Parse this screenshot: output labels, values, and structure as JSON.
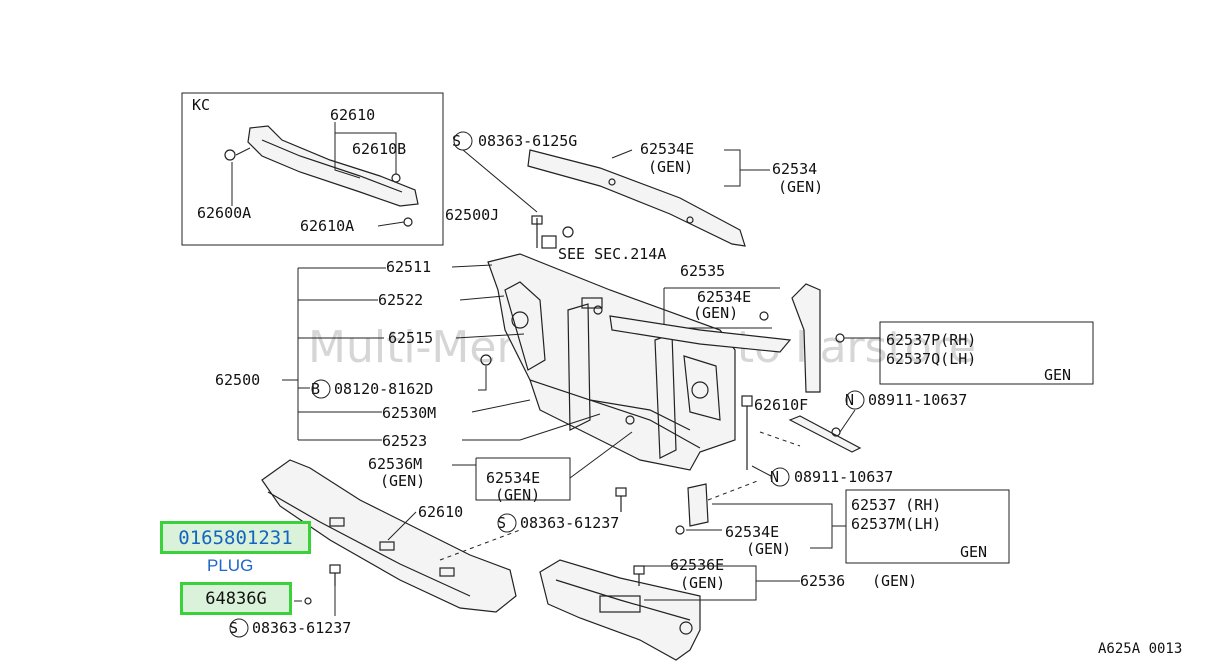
{
  "diagram": {
    "figure_code": "A625A 0013",
    "watermark": "Multi-Mercedant Auto Parstore",
    "inset": {
      "label": "KC",
      "parts": [
        "62610",
        "62610B",
        "62600A",
        "62610A"
      ]
    },
    "labels": {
      "s_08363_61256": "08363-6125G",
      "p62534E_top": "62534E",
      "gen_top": "(GEN)",
      "p62534": "62534",
      "gen_62534": "(GEN)",
      "p62500J": "62500J",
      "see_sec": "SEE SEC.214A",
      "p62511": "62511",
      "p62535": "62535",
      "p62522": "62522",
      "p62534E_mid": "62534E",
      "gen_mid": "(GEN)",
      "p62515": "62515",
      "p62537P": "62537P(RH)",
      "p62537Q": "62537Q(LH)",
      "gen_box1": "GEN",
      "p62500": "62500",
      "b_08120": "08120-8162D",
      "p62530M": "62530M",
      "p62610F": "62610F",
      "n_08911_a": "08911-10637",
      "p62523": "62523",
      "p62536M": "62536M",
      "gen_62536M": "(GEN)",
      "p62534E_low": "62534E",
      "gen_low": "(GEN)",
      "n_08911_b": "08911-10637",
      "p62610": "62610",
      "s_08363_61237_a": "08363-61237",
      "p62537": "62537 (RH)",
      "p62537M": "62537M(LH)",
      "gen_box2": "GEN",
      "p62534E_bot": "62534E",
      "gen_bot": "(GEN)",
      "p62536E": "62536E",
      "gen_62536E": "(GEN)",
      "p62536": "62536",
      "gen_62536": "(GEN)",
      "s_08363_61237_b": "08363-61237"
    },
    "symbols": {
      "s": "S",
      "b": "B",
      "n": "N"
    },
    "highlights": {
      "part_number": "0165801231",
      "plug_label": "PLUG",
      "code": "64836G"
    }
  }
}
